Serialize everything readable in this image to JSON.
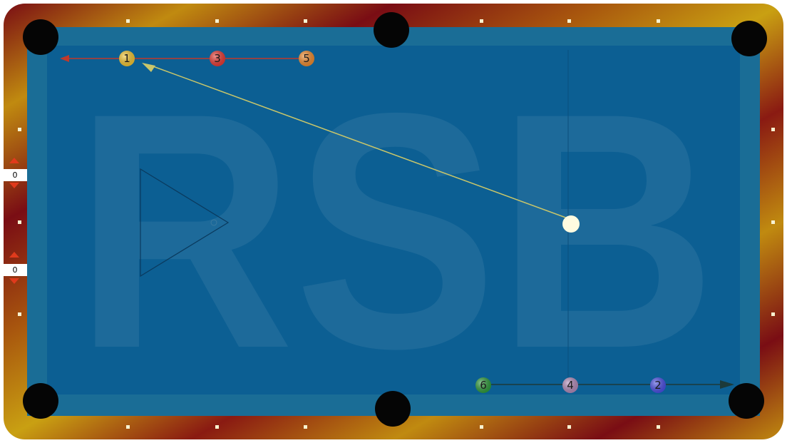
{
  "watermark": "RSB",
  "colors": {
    "felt": "#0c5f93",
    "cushion": "#1a6d96",
    "rail_dark": "#7a0d14",
    "rail_gold": "#c08a10",
    "aim_line": "#c9c66a",
    "red_line": "#c0392b",
    "dark_line": "#1c3a3a"
  },
  "balls": [
    {
      "number": "1",
      "color": "#f3c531"
    },
    {
      "number": "3",
      "color": "#e83a33"
    },
    {
      "number": "5",
      "color": "#ef8a2c"
    },
    {
      "number": "6",
      "color": "#2f9a3a"
    },
    {
      "number": "4",
      "color": "#b28ab8"
    },
    {
      "number": "2",
      "color": "#4a4ee3"
    }
  ],
  "cue_ball": {
    "color": "#fffbe0"
  },
  "counters": [
    {
      "value": "0"
    },
    {
      "value": "0"
    }
  ],
  "icons": [
    "arrow-up-icon",
    "arrow-down-icon",
    "arrow-left-icon",
    "arrow-right-icon",
    "rack-triangle-icon"
  ]
}
